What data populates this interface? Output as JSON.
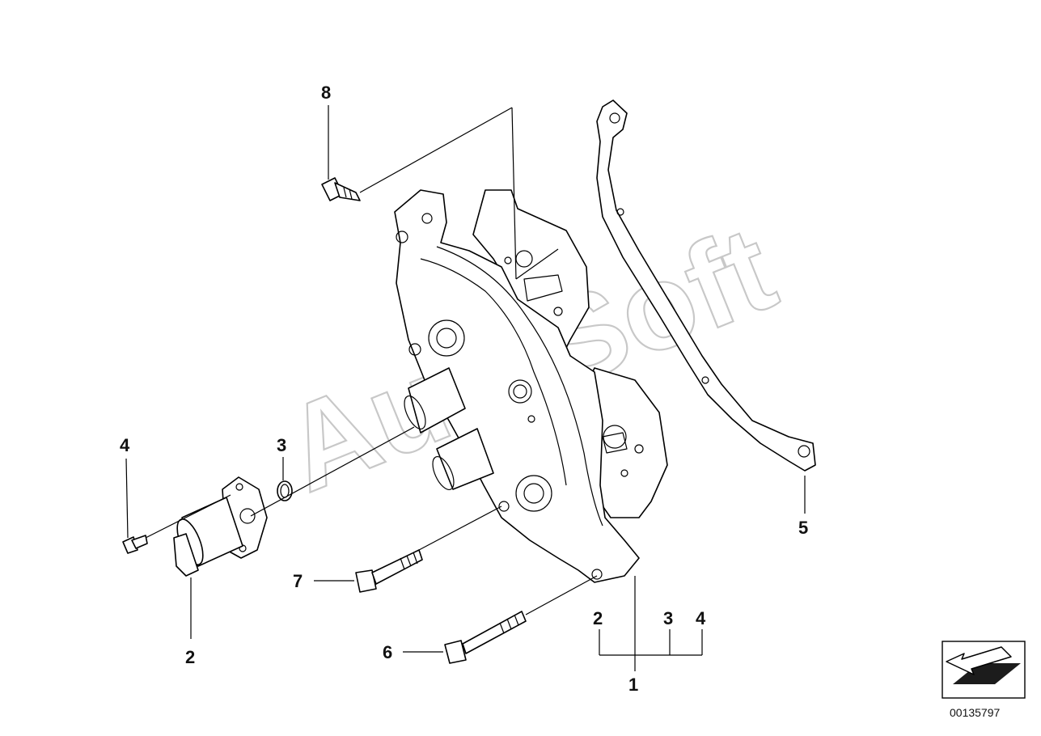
{
  "diagram": {
    "diagram_id": "00135797",
    "watermark": "AutoSoft",
    "callouts": {
      "c8": "8",
      "c4_left": "4",
      "c3_left": "3",
      "c2_left": "2",
      "c5": "5",
      "c7": "7",
      "c6": "6",
      "c2_group": "2",
      "c3_group": "3",
      "c4_group": "4",
      "c1": "1"
    }
  }
}
